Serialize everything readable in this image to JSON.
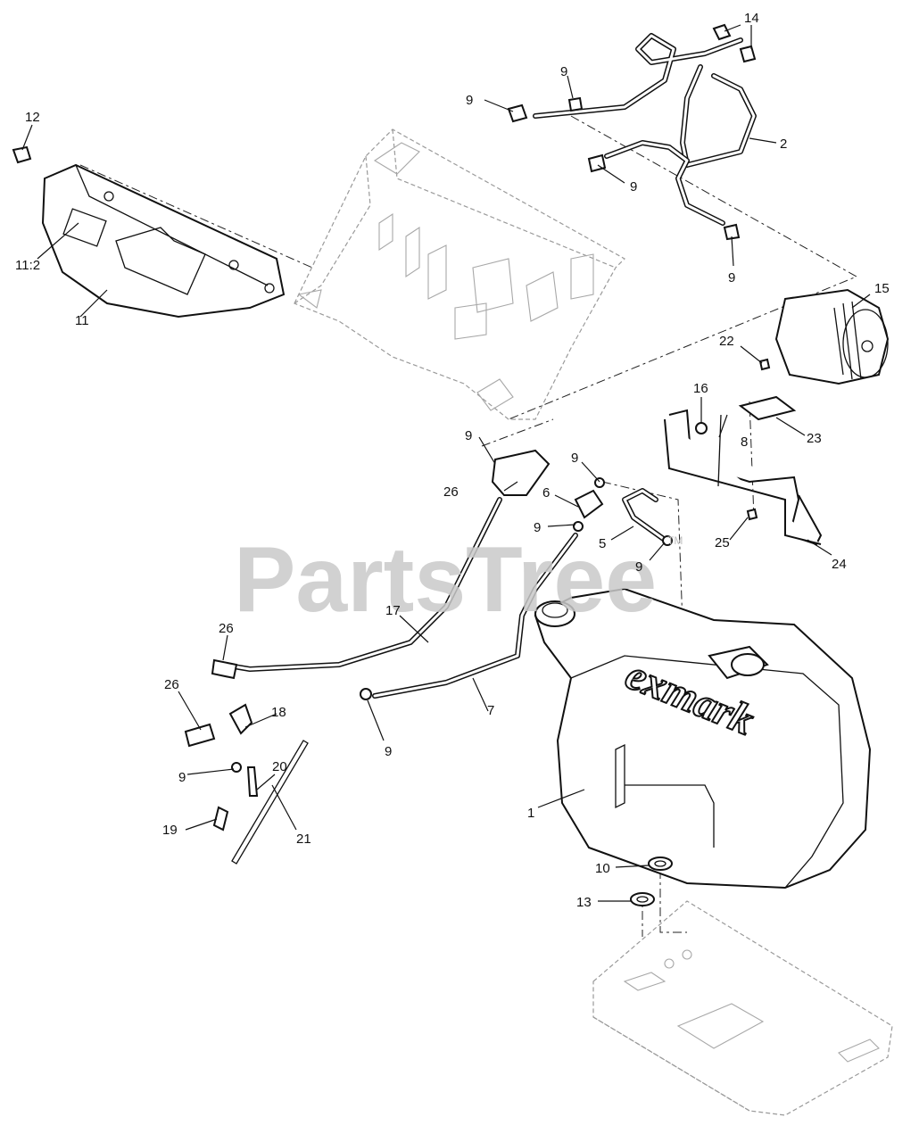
{
  "watermark": {
    "text": "PartsTree",
    "tm": "TM"
  },
  "brand_logo": "exmark",
  "callouts": [
    {
      "id": "c1",
      "label": "1"
    },
    {
      "id": "c2",
      "label": "2"
    },
    {
      "id": "c5",
      "label": "5"
    },
    {
      "id": "c6",
      "label": "6"
    },
    {
      "id": "c7",
      "label": "7"
    },
    {
      "id": "c8",
      "label": "8"
    },
    {
      "id": "c9a",
      "label": "9"
    },
    {
      "id": "c9b",
      "label": "9"
    },
    {
      "id": "c9c",
      "label": "9"
    },
    {
      "id": "c9d",
      "label": "9"
    },
    {
      "id": "c9e",
      "label": "9"
    },
    {
      "id": "c9f",
      "label": "9"
    },
    {
      "id": "c9g",
      "label": "9"
    },
    {
      "id": "c9h",
      "label": "9"
    },
    {
      "id": "c9i",
      "label": "9"
    },
    {
      "id": "c9j",
      "label": "9"
    },
    {
      "id": "c10",
      "label": "10"
    },
    {
      "id": "c11",
      "label": "11"
    },
    {
      "id": "c11b",
      "label": "11:2"
    },
    {
      "id": "c12",
      "label": "12"
    },
    {
      "id": "c13",
      "label": "13"
    },
    {
      "id": "c14",
      "label": "14"
    },
    {
      "id": "c15",
      "label": "15"
    },
    {
      "id": "c16",
      "label": "16"
    },
    {
      "id": "c17",
      "label": "17"
    },
    {
      "id": "c18",
      "label": "18"
    },
    {
      "id": "c19",
      "label": "19"
    },
    {
      "id": "c20",
      "label": "20"
    },
    {
      "id": "c21",
      "label": "21"
    },
    {
      "id": "c22",
      "label": "22"
    },
    {
      "id": "c23",
      "label": "23"
    },
    {
      "id": "c24",
      "label": "24"
    },
    {
      "id": "c25",
      "label": "25"
    },
    {
      "id": "c26a",
      "label": "26"
    },
    {
      "id": "c26b",
      "label": "26"
    },
    {
      "id": "c26c",
      "label": "26"
    }
  ]
}
